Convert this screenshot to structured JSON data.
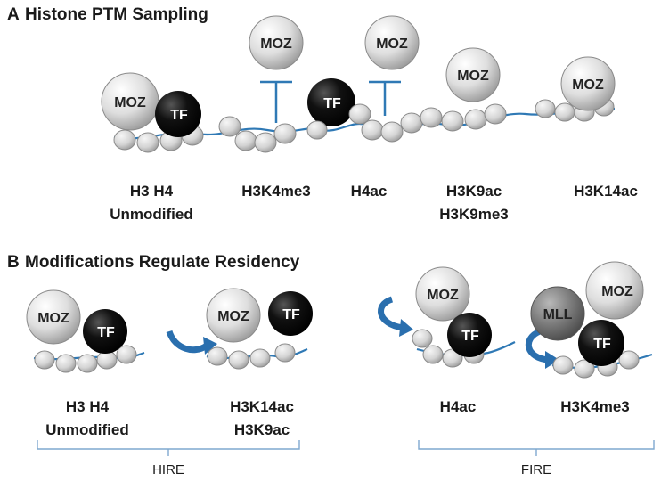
{
  "section_a": {
    "letter": "A",
    "title": "Histone PTM Sampling",
    "labels": {
      "unmodified_line1": "H3 H4",
      "unmodified_line2": "Unmodified",
      "h3k4me3": "H3K4me3",
      "h4ac": "H4ac",
      "h3k9ac": "H3K9ac",
      "h3k9me3": "H3K9me3",
      "h3k14ac": "H3K14ac"
    }
  },
  "section_b": {
    "letter": "B",
    "title": "Modifications Regulate Residency",
    "labels": {
      "unmodified_line1": "H3 H4",
      "unmodified_line2": "Unmodified",
      "h3k14ac": "H3K14ac",
      "h3k9ac": "H3K9ac",
      "h4ac": "H4ac",
      "h3k4me3": "H3K4me3"
    },
    "groups": {
      "hire": "HIRE",
      "fire": "FIRE"
    }
  },
  "nodes": {
    "moz": "MOZ",
    "tf": "TF",
    "mll": "MLL"
  },
  "colors": {
    "dna": "#2f79b5",
    "inhibition": "#2f79b5",
    "arrow": "#2a6fae",
    "moz_fill": "#d9d9d9",
    "tf_fill": "#0a0a0a",
    "mll_fill": "#7f7f7f",
    "histone_fill": "#d6d6d6",
    "bracket": "#7fa9cf"
  }
}
